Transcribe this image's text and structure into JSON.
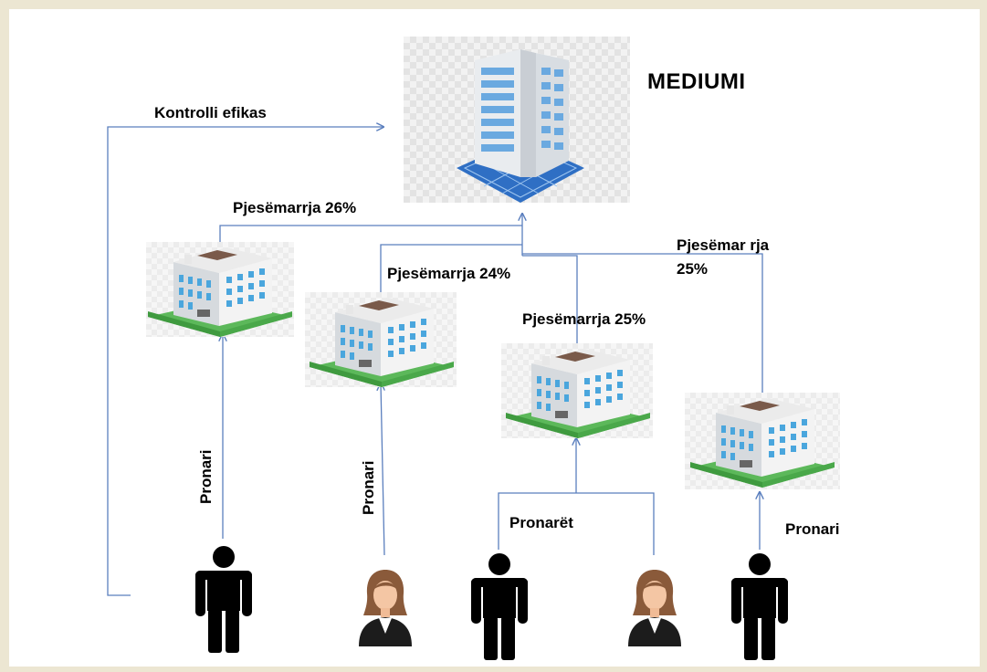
{
  "diagram": {
    "title": "MEDIUMI",
    "control_label": "Kontrolli efikas",
    "stakes": [
      {
        "label": "Pjesëmarrja 26%"
      },
      {
        "label": "Pjesëmarrja 24%"
      },
      {
        "label": "Pjesëmarrja 25%"
      },
      {
        "label": "Pjesëmar rja 25%"
      }
    ],
    "owners": [
      {
        "label": "Pronari"
      },
      {
        "label": "Pronari"
      },
      {
        "label": "Pronarët"
      },
      {
        "label": "Pronari"
      }
    ],
    "people": [
      {
        "kind": "man"
      },
      {
        "kind": "woman"
      },
      {
        "kind": "man"
      },
      {
        "kind": "woman"
      },
      {
        "kind": "man"
      }
    ],
    "colors": {
      "connector": "#5b7fbe",
      "grass": "#5cb85a",
      "facade": "#f3f3f3",
      "window": "#4aa6dd",
      "roof": "#7a5a4a",
      "tower_window": "#6aa9e0"
    }
  }
}
